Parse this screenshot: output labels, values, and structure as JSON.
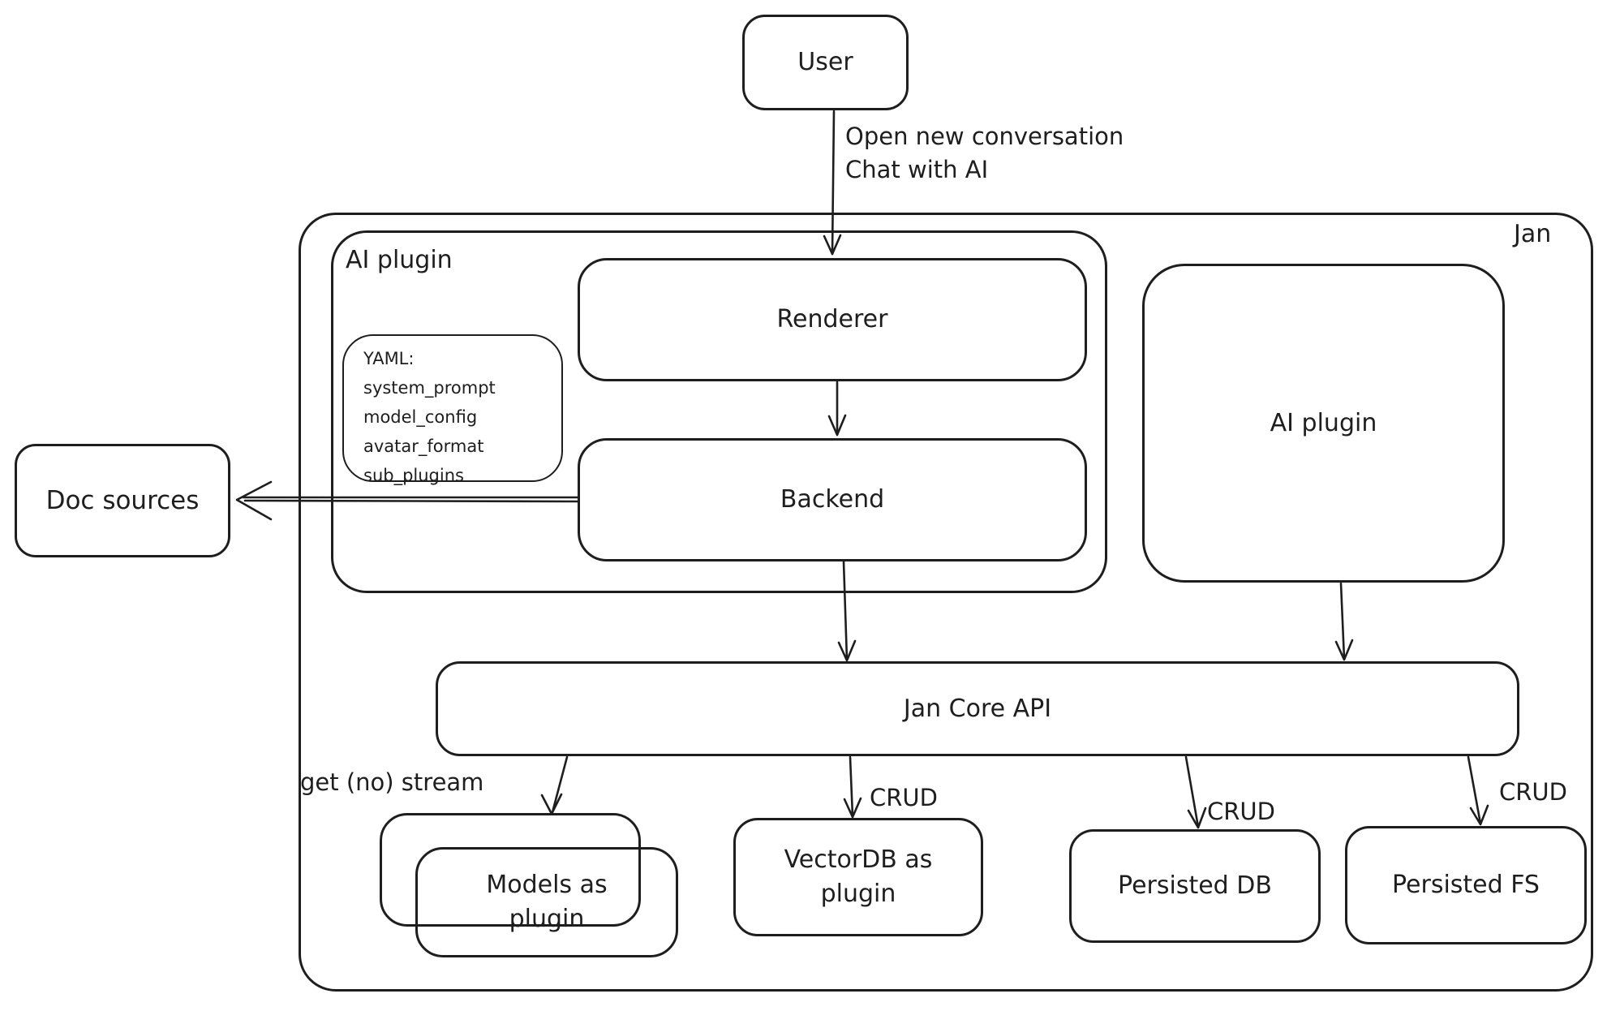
{
  "canvas": {
    "background_color": "#ffffff",
    "stroke_color": "#1e1e1e"
  },
  "nodes": {
    "user": {
      "label": "User"
    },
    "jan": {
      "label": "Jan"
    },
    "ai_plugin_left": {
      "label": "AI plugin"
    },
    "renderer": {
      "label": "Renderer"
    },
    "backend": {
      "label": "Backend"
    },
    "yaml_note": {
      "text": "YAML:\nsystem_prompt\nmodel_config\navatar_format\nsub_plugins"
    },
    "doc_sources": {
      "label": "Doc sources"
    },
    "ai_plugin_right": {
      "label": "AI plugin"
    },
    "jan_core_api": {
      "label": "Jan Core API"
    },
    "models_as_plugin": {
      "label": "Models as\nplugin"
    },
    "vectordb_as_plugin": {
      "label": "VectorDB as\nplugin"
    },
    "persisted_db": {
      "label": "Persisted DB"
    },
    "persisted_fs": {
      "label": "Persisted FS"
    }
  },
  "edges": {
    "user_to_renderer": {
      "label": "Open new conversation\nChat with AI"
    },
    "core_to_models": {
      "label": "get (no) stream"
    },
    "core_to_vectordb": {
      "label": "CRUD"
    },
    "core_to_persisted_db": {
      "label": "CRUD"
    },
    "core_to_persisted_fs": {
      "label": "CRUD"
    }
  }
}
